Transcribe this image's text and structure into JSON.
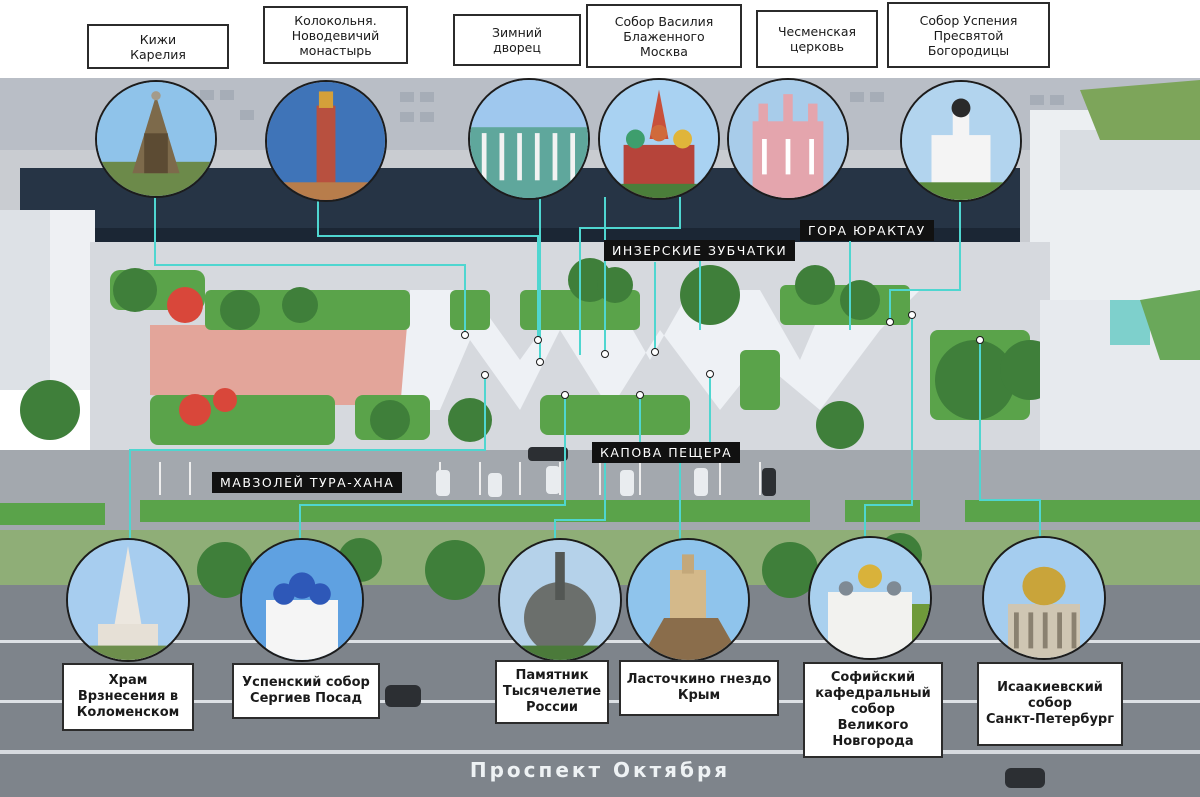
{
  "street_name": "Проспект Октября",
  "colors": {
    "connector": "#4fd6d0",
    "lawn": "#5aa34a",
    "plaza": "#e3a59a",
    "road": "#8a8f96",
    "building": "#2f3f52"
  },
  "top_landmarks": [
    {
      "name": "Кижи\nКарелия",
      "icon": "wooden-church-photo"
    },
    {
      "name": "Колокольня.\nНоводевичий\nмонастырь",
      "icon": "bell-tower-photo"
    },
    {
      "name": "Зимний\nдворец",
      "icon": "winter-palace-photo"
    },
    {
      "name": "Собор Василия\nБлаженного\nМосква",
      "icon": "st-basil-photo"
    },
    {
      "name": "Чесменская\nцерковь",
      "icon": "chesme-church-photo"
    },
    {
      "name": "Собор Успения\nПресвятой\nБогородицы",
      "icon": "dormition-cathedral-photo"
    }
  ],
  "bottom_landmarks": [
    {
      "name": "Храм\nВрзнесения в\nКоломенском",
      "icon": "ascension-church-photo"
    },
    {
      "name": "Успенский собор\nСергиев Посад",
      "icon": "sergiev-posad-photo"
    },
    {
      "name": "Памятник\nТысячелетие\nРоссии",
      "icon": "millennium-monument-photo"
    },
    {
      "name": "Ласточкино гнездо\nКрым",
      "icon": "swallows-nest-photo"
    },
    {
      "name": "Софийский\nкафедральный\nсобор\nВеликого\nНовгорода",
      "icon": "st-sophia-photo"
    },
    {
      "name": "Исаакиевский\nсобор\nСанкт-Петербург",
      "icon": "st-isaac-photo"
    }
  ],
  "zone_labels": [
    {
      "name": "ИНЗЕРСКИЕ ЗУБЧАТКИ"
    },
    {
      "name": "ГОРА ЮРАКТАУ"
    },
    {
      "name": "КАПОВА ПЕЩЕРА"
    },
    {
      "name": "МАВЗОЛЕЙ ТУРА-ХАНА"
    }
  ]
}
